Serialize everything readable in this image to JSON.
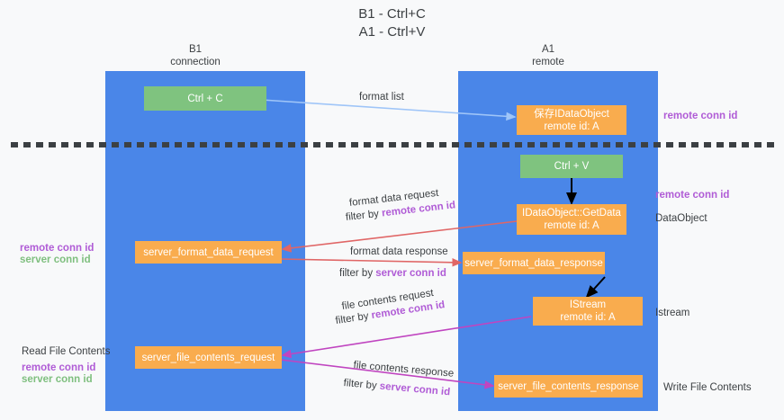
{
  "title": {
    "line1": "B1 - Ctrl+C",
    "line2": "A1 - Ctrl+V"
  },
  "columns": [
    {
      "name": "B1",
      "sub": "connection"
    },
    {
      "name": "A1",
      "sub": "remote"
    }
  ],
  "colors": {
    "lane": "#4a86e8",
    "green_box": "#7fc37f",
    "orange_box": "#f9ac4e",
    "remote_conn_id": "#b05cd6",
    "server_conn_id": "#7fbf7f",
    "arrow_blue": "#9fc5f8",
    "arrow_red": "#e06666",
    "arrow_magenta": "#c045c0",
    "arrow_black": "#000000",
    "text": "#3c4043"
  },
  "boxes": {
    "ctrl_c": {
      "line1": "Ctrl + C"
    },
    "save_idataobject": {
      "line1": "保存IDataObject",
      "line2": "remote id: A"
    },
    "ctrl_v": {
      "line1": "Ctrl + V"
    },
    "getdata": {
      "line1": "IDataObject::GetData",
      "line2": "remote id: A"
    },
    "server_format_data_request": {
      "line1": "server_format_data_request"
    },
    "server_format_data_response": {
      "line1": "server_format_data_response"
    },
    "istream": {
      "line1": "IStream",
      "line2": "remote id: A"
    },
    "server_file_contents_request": {
      "line1": "server_file_contents_request"
    },
    "server_file_contents_response": {
      "line1": "server_file_contents_response"
    }
  },
  "edge_labels": {
    "format_list": "format list",
    "format_data_request": "format data request",
    "format_data_request_filter_prefix": "filter by ",
    "format_data_request_filter_key": "remote conn id",
    "format_data_response": "format data response",
    "format_data_response_filter_prefix": "filter by ",
    "format_data_response_filter_key": "server conn id",
    "file_contents_request": "file contents request",
    "file_contents_request_filter_prefix": "filter by ",
    "file_contents_request_filter_key": "remote conn id",
    "file_contents_response": "file contents response",
    "file_contents_response_filter_prefix": "filter by ",
    "file_contents_response_filter_key": "server conn id"
  },
  "annotations": {
    "right_top_remote_conn_id": "remote conn id",
    "right_mid_remote_conn_id": "remote conn id",
    "right_dataobject": "DataObject",
    "right_istream": "Istream",
    "right_write_file_contents": "Write File Contents",
    "left_remote_conn_id": "remote conn id",
    "left_server_conn_id": "server conn id",
    "left_read_file_contents": "Read File Contents",
    "left_bottom_remote_conn_id": "remote conn id",
    "left_bottom_server_conn_id": "server conn id"
  }
}
